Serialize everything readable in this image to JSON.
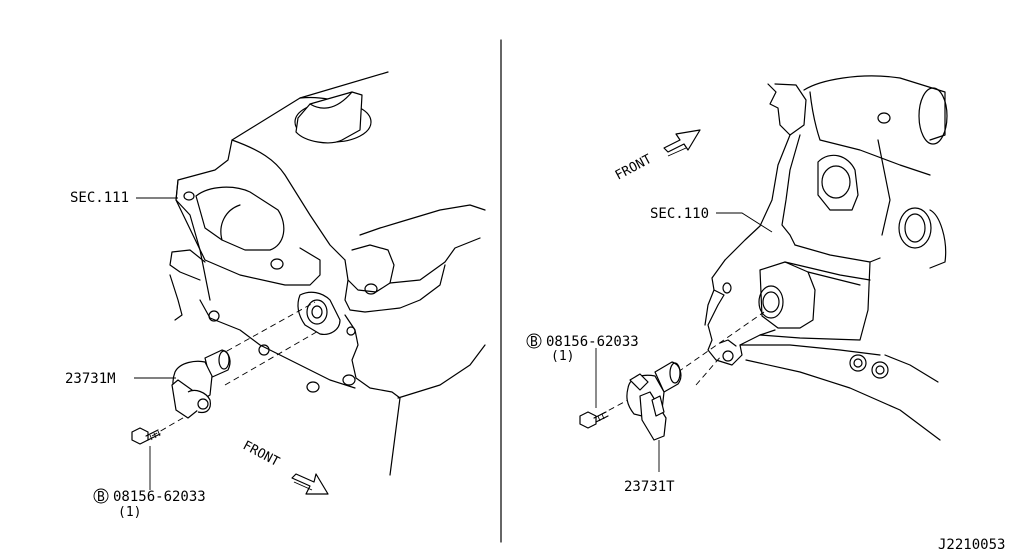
{
  "left": {
    "sec_label": "SEC.111",
    "part_label": "23731M",
    "bolt_badge": "B",
    "bolt_number": "08156-62033",
    "bolt_qty": "(1)",
    "front_label": "FRONT"
  },
  "right": {
    "sec_label": "SEC.110",
    "part_label": "23731T",
    "bolt_badge": "B",
    "bolt_number": "08156-62033",
    "bolt_qty": "(1)",
    "front_label": "FRONT"
  },
  "diagram_code": "J2210053"
}
